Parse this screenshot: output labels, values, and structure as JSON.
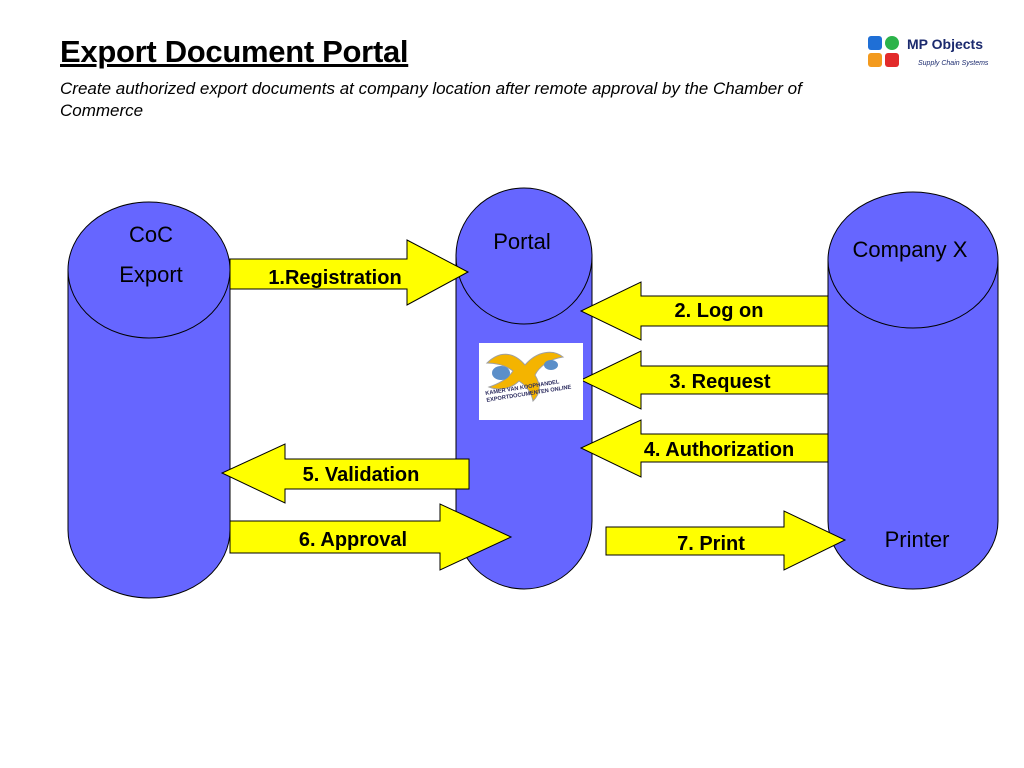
{
  "header": {
    "title": "Export Document Portal",
    "subtitle": "Create authorized export documents at company location after remote approval by the Chamber of Commerce"
  },
  "logo": {
    "name": "MP Objects",
    "tagline": "Supply Chain Systems"
  },
  "nodes": {
    "coc_line1": "CoC",
    "coc_line2": "Export",
    "portal": "Portal",
    "company": "Company X",
    "printer": "Printer"
  },
  "portal_logo": {
    "line1": "KAMER VAN KOOPHANDEL",
    "line2": "EXPORTDOCUMENTEN ONLINE"
  },
  "steps": {
    "s1": "1.Registration",
    "s2": "2. Log on",
    "s3": "3. Request",
    "s4": "4. Authorization",
    "s5": "5. Validation",
    "s6": "6. Approval",
    "s7": "7. Print"
  },
  "colors": {
    "cylinder": "#6666ff",
    "arrow": "#ffff00",
    "outline": "#000000"
  }
}
